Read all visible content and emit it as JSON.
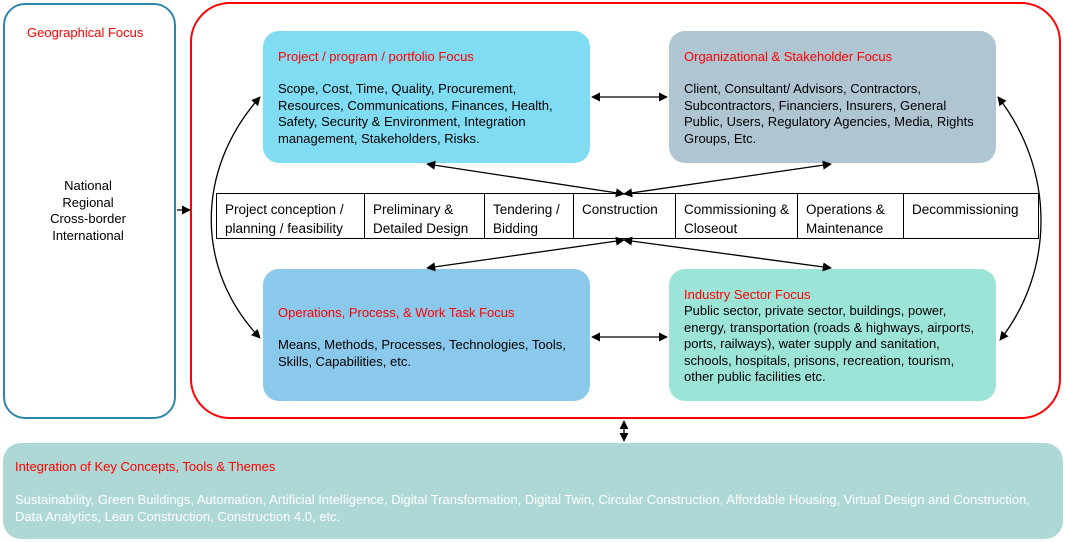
{
  "geographical": {
    "title": "Geographical Focus",
    "items": [
      "National",
      "Regional",
      "Cross-border",
      "International"
    ]
  },
  "project_focus": {
    "title": "Project / program / portfolio Focus",
    "body": "Scope, Cost, Time, Quality, Procurement, Resources, Communications, Finances, Health, Safety, Security & Environment, Integration management, Stakeholders, Risks."
  },
  "org_focus": {
    "title": "Organizational & Stakeholder Focus",
    "body": "Client, Consultant/ Advisors, Contractors, Subcontractors, Financiers, Insurers, General Public, Users, Regulatory Agencies, Media, Rights Groups, Etc."
  },
  "phases": [
    "Project conception / planning / feasibility",
    "Preliminary & Detailed Design",
    "Tendering / Bidding",
    "Construction",
    "Commissioning & Closeout",
    "Operations & Maintenance",
    "Decommissioning"
  ],
  "ops_focus": {
    "title": "Operations, Process, & Work Task Focus",
    "body": "Means, Methods, Processes, Technologies, Tools, Skills, Capabilities, etc."
  },
  "industry_focus": {
    "title": "Industry Sector Focus",
    "body": "Public sector, private sector, buildings, power, energy, transportation (roads & highways, airports, ports, railways), water supply and sanitation, schools, hospitals, prisons, recreation, tourism, other public facilities etc."
  },
  "integration": {
    "title": "Integration of Key Concepts, Tools & Themes",
    "body": "Sustainability, Green Buildings, Automation, Artificial Intelligence, Digital Transformation, Digital Twin, Circular Construction, Affordable Housing, Virtual Design and Construction, Data Analytics, Lean Construction, Construction 4.0, etc."
  },
  "colors": {
    "title_red": "#ff0000",
    "geo_border": "#2e86a8",
    "outer_border": "#ff0000",
    "project_fill": "#7fdcf3",
    "org_fill": "#b0c5d2",
    "ops_fill": "#8ac9ec",
    "industry_fill": "#9de4d8",
    "integration_fill": "#aed8d5"
  }
}
